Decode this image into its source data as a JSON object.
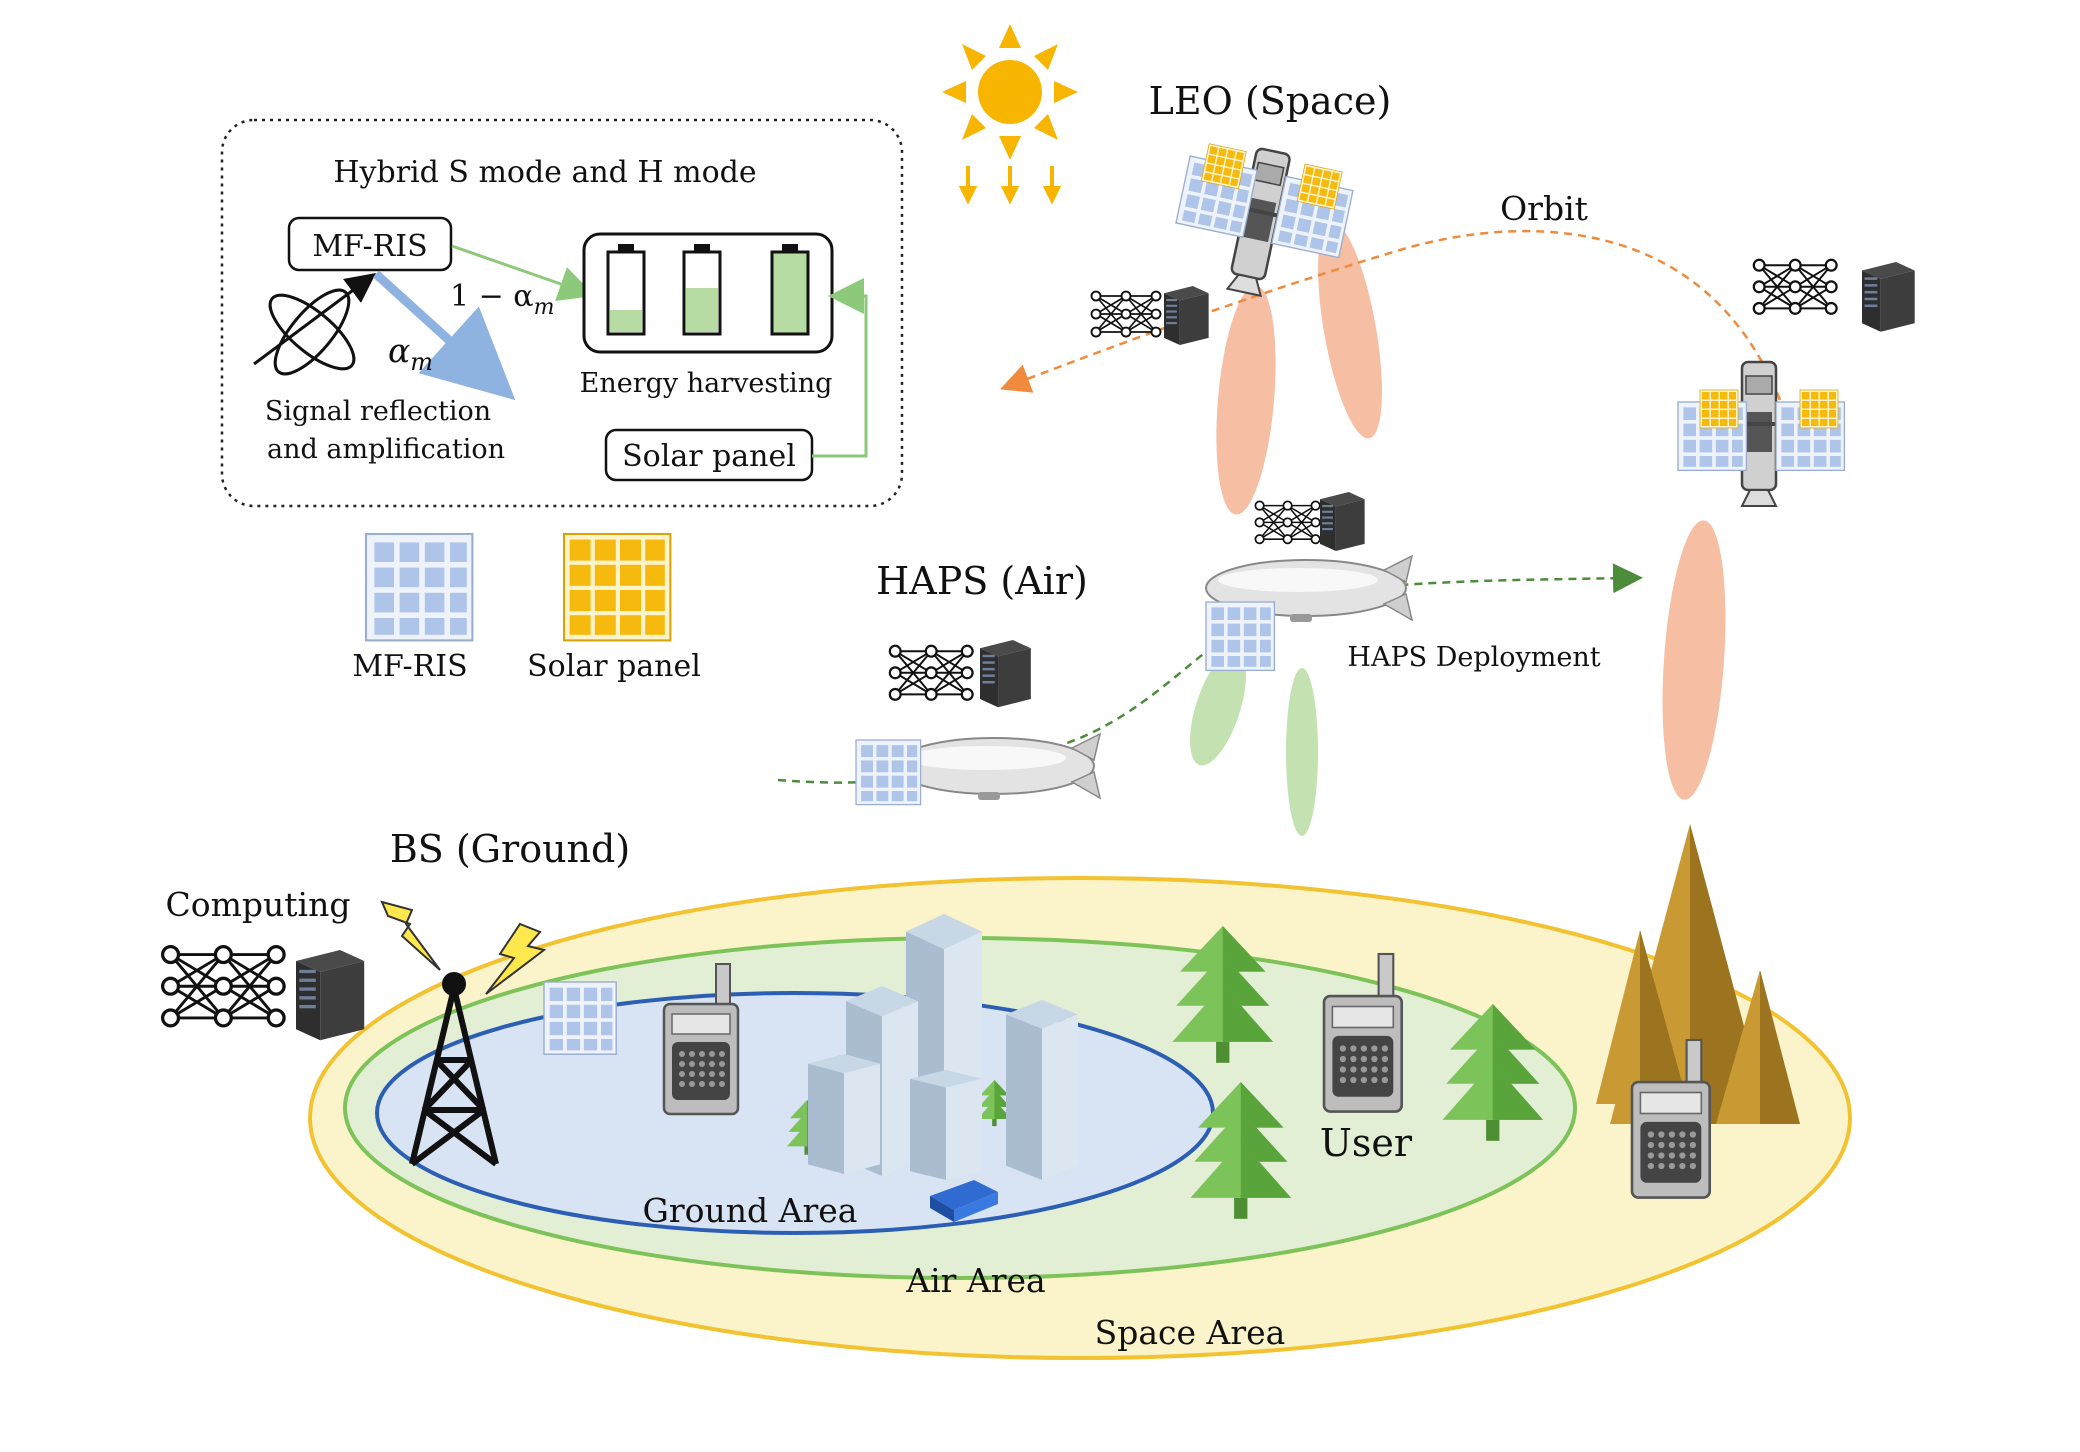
{
  "labels": {
    "inset_title": "Hybrid S mode and H mode",
    "mf_ris_box": "MF-RIS",
    "one_minus_alpha": "1 − α",
    "alpha_sub": "m",
    "alpha": "α",
    "signal_line1": "Signal reflection",
    "signal_line2": "and amplification",
    "energy_harvesting": "Energy harvesting",
    "solar_panel_box": "Solar panel",
    "legend_mf_ris": "MF-RIS",
    "legend_solar": "Solar panel",
    "leo": "LEO (Space)",
    "orbit": "Orbit",
    "haps": "HAPS (Air)",
    "haps_deployment": "HAPS Deployment",
    "bs": "BS (Ground)",
    "computing": "Computing",
    "user": "User",
    "ground_area": "Ground Area",
    "air_area": "Air Area",
    "space_area": "Space Area"
  },
  "colors": {
    "sun": "#f7b500",
    "space_area_fill": "#fbf3c9",
    "space_area_stroke": "#f2c230",
    "air_area_fill": "#e3efd5",
    "air_area_stroke": "#7dc35a",
    "ground_area_fill": "#d8e3f3",
    "ground_area_stroke": "#2c5fb3",
    "leo_beam": "#f4b393",
    "haps_beam": "#b9dca3",
    "orbit_path": "#f08a3c",
    "haps_path": "#4d8c3a",
    "ris_tile": "#aec4e8",
    "solar_tile": "#f6b90d",
    "battery_fill": "#b7dca3",
    "tree": "#6ab04a",
    "mountain": "#b88a2a"
  }
}
